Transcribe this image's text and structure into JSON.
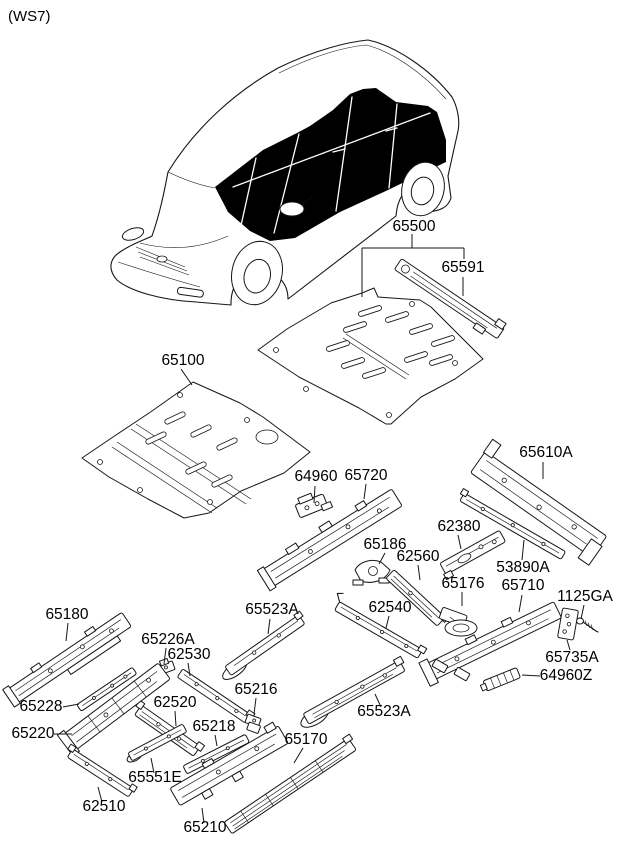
{
  "sheet_code": "(WS7)",
  "colors": {
    "line": "#161616",
    "background": "#ffffff",
    "floor_highlight": "#000000"
  },
  "vehicle": {
    "description_icon": "minivan-isometric-floor-highlight"
  },
  "parts": [
    {
      "id": "65500",
      "label": "65500"
    },
    {
      "id": "65591",
      "label": "65591"
    },
    {
      "id": "65100",
      "label": "65100"
    },
    {
      "id": "64960",
      "label": "64960"
    },
    {
      "id": "65720",
      "label": "65720"
    },
    {
      "id": "65610A",
      "label": "65610A"
    },
    {
      "id": "62380",
      "label": "62380"
    },
    {
      "id": "65186",
      "label": "65186"
    },
    {
      "id": "62560",
      "label": "62560"
    },
    {
      "id": "53890A",
      "label": "53890A"
    },
    {
      "id": "65176",
      "label": "65176"
    },
    {
      "id": "65710",
      "label": "65710"
    },
    {
      "id": "1125GA",
      "label": "1125GA"
    },
    {
      "id": "62540",
      "label": "62540"
    },
    {
      "id": "65735A",
      "label": "65735A"
    },
    {
      "id": "64960Z",
      "label": "64960Z"
    },
    {
      "id": "65180",
      "label": "65180"
    },
    {
      "id": "65523A-top",
      "label": "65523A"
    },
    {
      "id": "65226A",
      "label": "65226A"
    },
    {
      "id": "62530",
      "label": "62530"
    },
    {
      "id": "65216",
      "label": "65216"
    },
    {
      "id": "65228",
      "label": "65228"
    },
    {
      "id": "62520",
      "label": "62520"
    },
    {
      "id": "65220",
      "label": "65220"
    },
    {
      "id": "65218",
      "label": "65218"
    },
    {
      "id": "65523A-bottom",
      "label": "65523A"
    },
    {
      "id": "65170",
      "label": "65170"
    },
    {
      "id": "65551E",
      "label": "65551E"
    },
    {
      "id": "62510",
      "label": "62510"
    },
    {
      "id": "65210",
      "label": "65210"
    }
  ]
}
